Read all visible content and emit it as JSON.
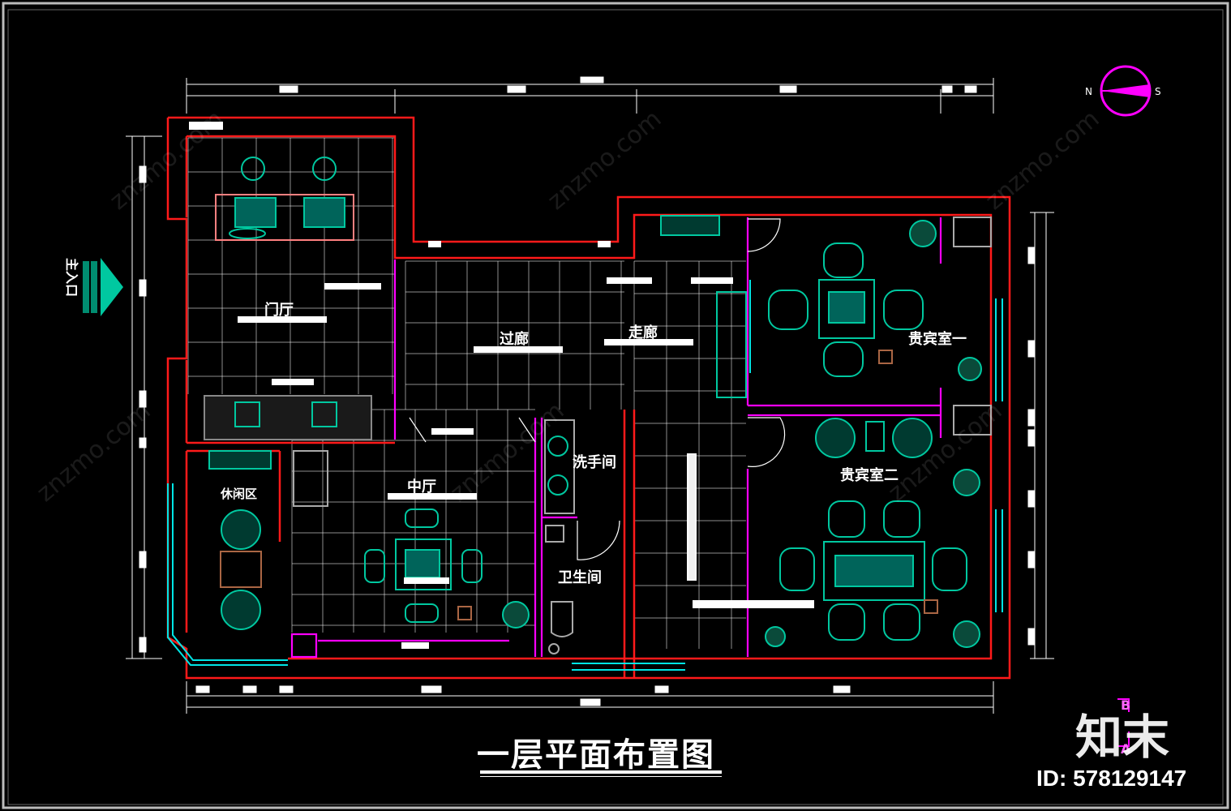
{
  "drawing": {
    "title": "一层平面布置图",
    "entrance_label": "主入口",
    "rooms": {
      "foyer": "门厅",
      "passage": "过廊",
      "corridor": "走廊",
      "vip1": "贵宾室一",
      "vip2": "贵宾室二",
      "lounge": "休闲区",
      "hall": "中厅",
      "washroom": "洗手间",
      "toilet": "卫生间"
    },
    "compass": {
      "n": "N",
      "s": "S"
    },
    "section_mark": {
      "top": "B",
      "bottom": "A"
    }
  },
  "brand": {
    "logo": "知末",
    "id_label": "ID: 578129147"
  },
  "watermark": "znzmo.com",
  "colors": {
    "wall": "#ff1a1a",
    "partition": "#ff00ff",
    "furniture": "#00c8a0",
    "dimension": "#ffffff",
    "grid": "#ffffff",
    "background": "#000000"
  }
}
